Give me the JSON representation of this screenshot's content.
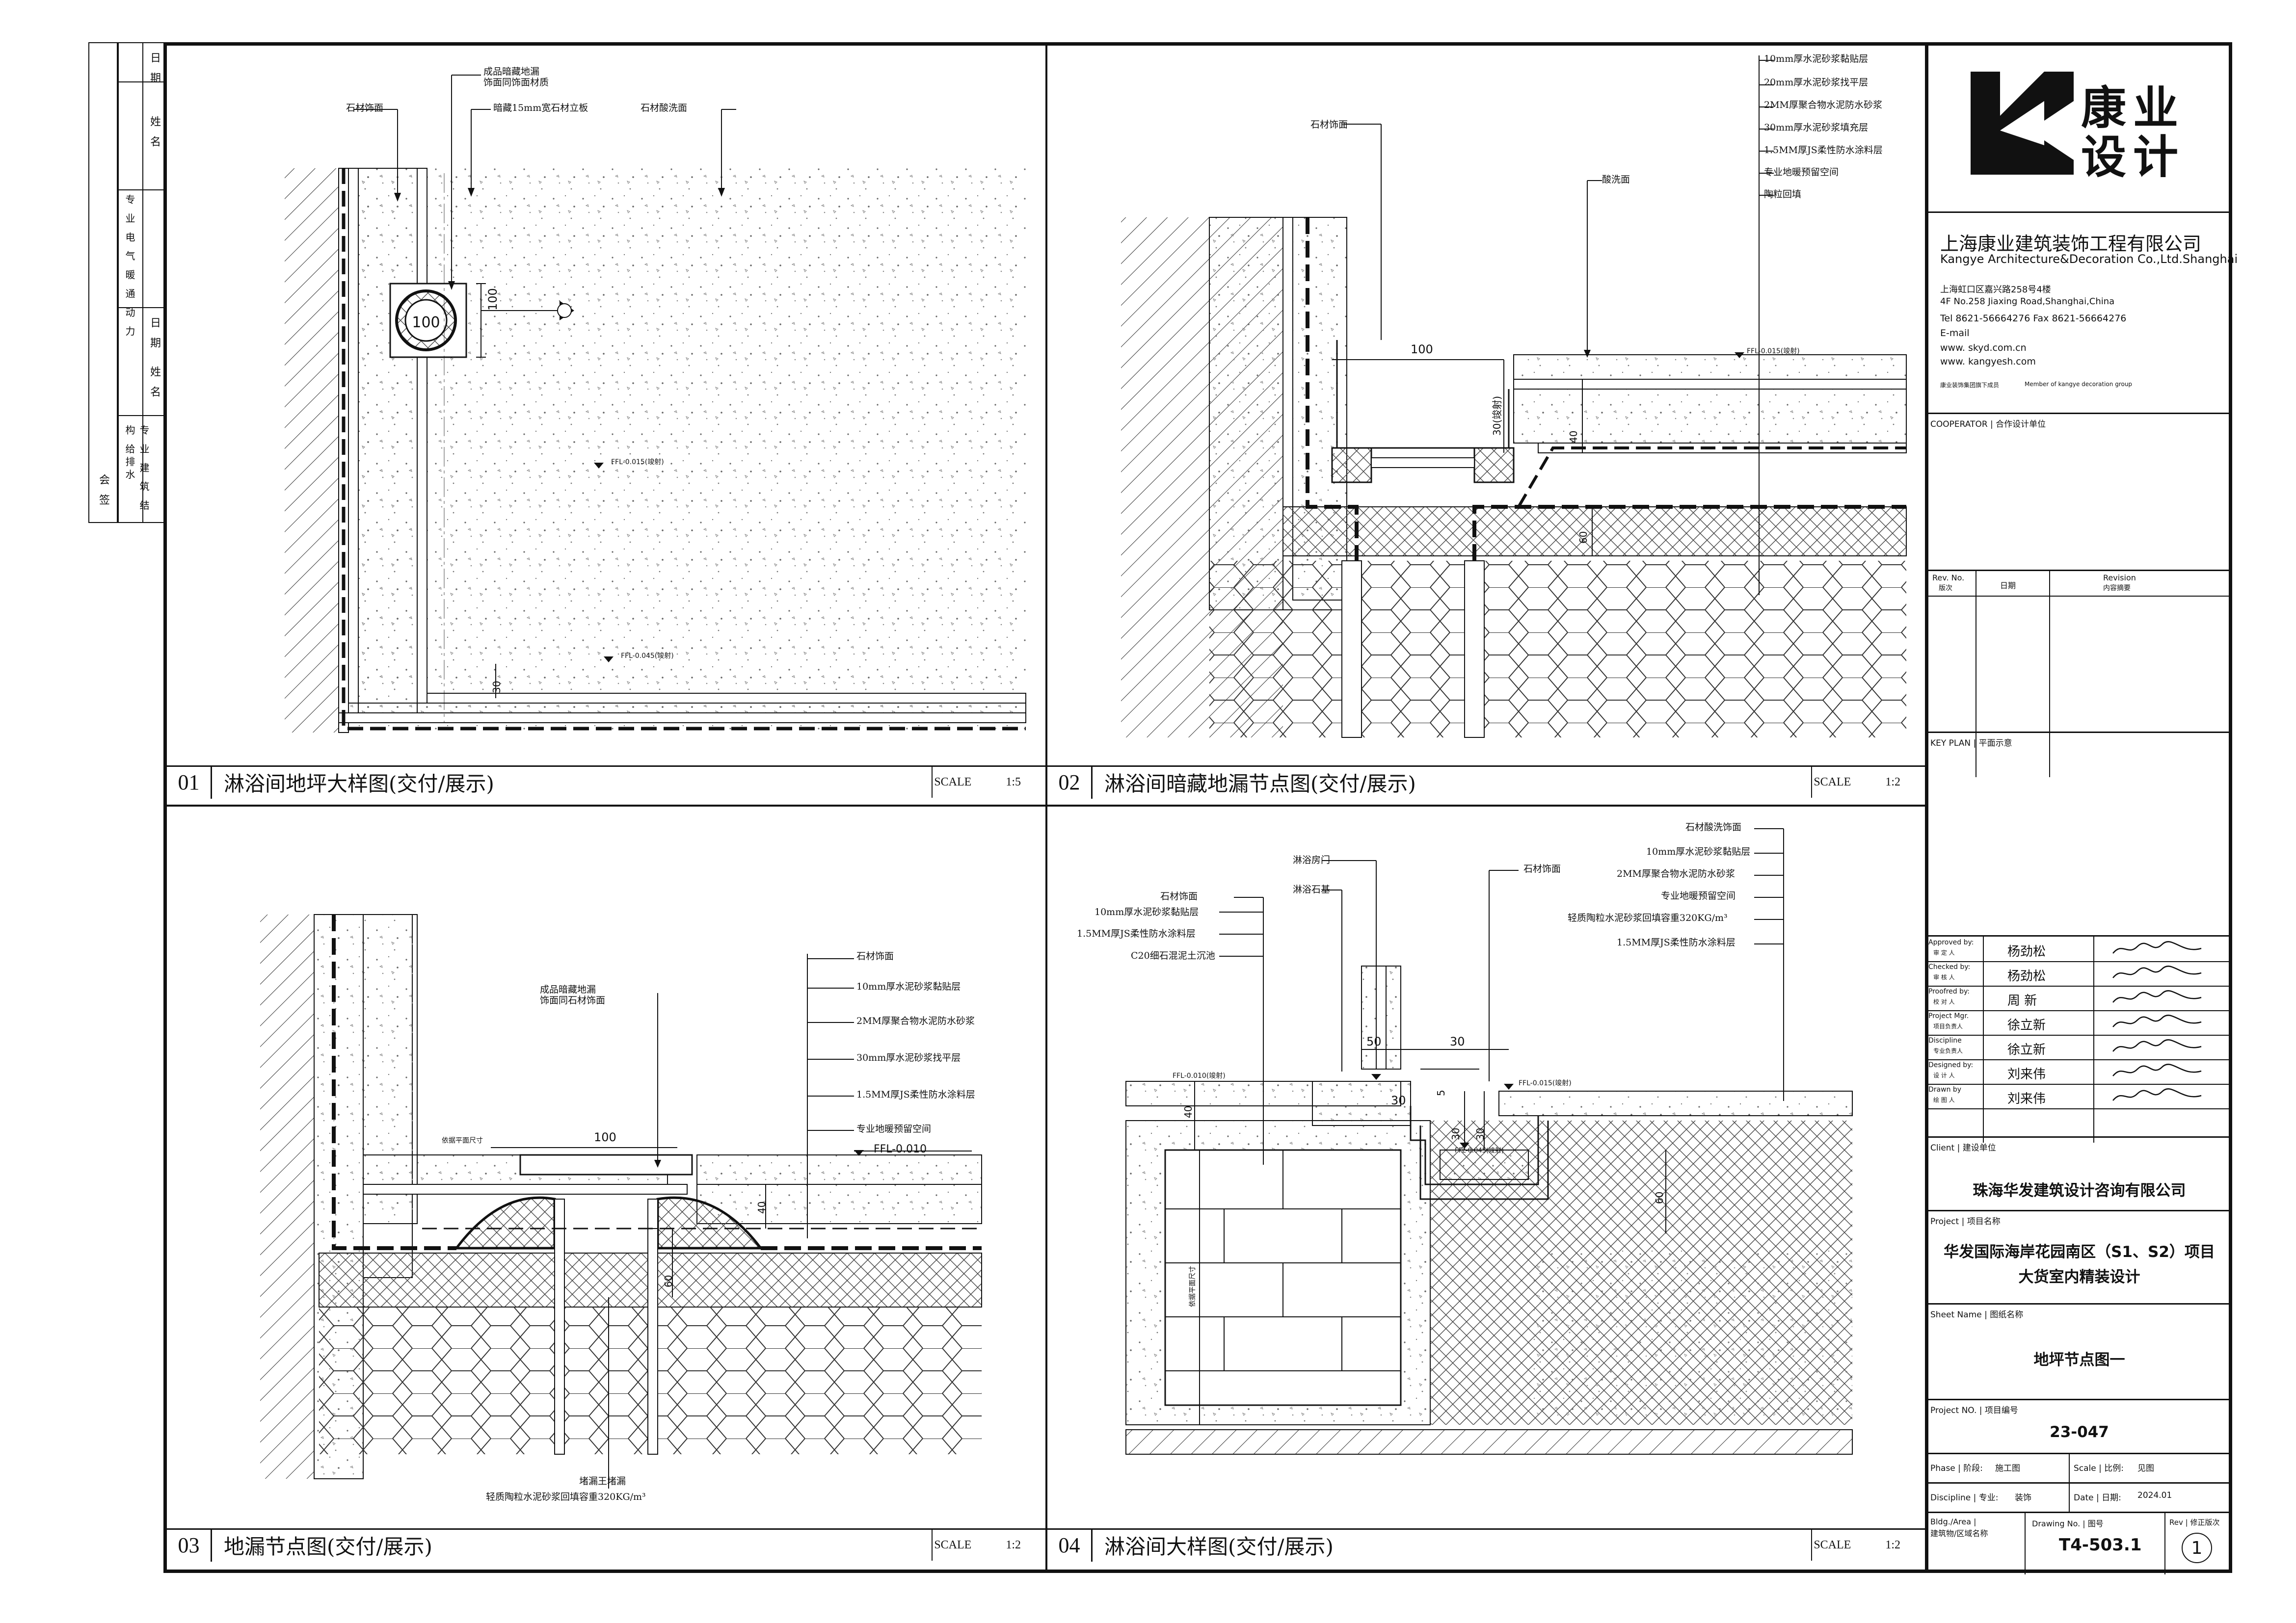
{
  "left_grid": {
    "col1": [
      "会",
      "签"
    ],
    "col2_top": [
      "日",
      "期"
    ],
    "col2_name": [
      "姓",
      "名"
    ],
    "disc_a": [
      "专 业",
      "电 气",
      "暖 通",
      "动 力"
    ],
    "disc_b": [
      "专 业",
      "建 筑",
      "结 构",
      "给排水"
    ]
  },
  "panels": [
    {
      "num": "01",
      "title": "淋浴间地坪大样图(交付/展示)",
      "scale_label": "SCALE",
      "scale": "1:5"
    },
    {
      "num": "02",
      "title": "淋浴间暗藏地漏节点图(交付/展示)",
      "scale_label": "SCALE",
      "scale": "1:2"
    },
    {
      "num": "03",
      "title": "地漏节点图(交付/展示)",
      "scale_label": "SCALE",
      "scale": "1:2"
    },
    {
      "num": "04",
      "title": "淋浴间大样图(交付/展示)",
      "scale_label": "SCALE",
      "scale": "1:2"
    }
  ],
  "p1": {
    "labels": [
      "成品暗藏地漏",
      "饰面同饰面材质",
      "石材饰面",
      "暗藏15mm宽石材立板",
      "石材酸洗面"
    ],
    "dims": [
      "100",
      "100",
      "30"
    ],
    "levels": [
      "FFL-0.015(竣射)",
      "FFL-0.045(竣射)"
    ]
  },
  "p2": {
    "layers": [
      "10mm厚水泥砂浆黏贴层",
      "20mm厚水泥砂浆找平层",
      "2MM厚聚合物水泥防水砂浆",
      "30mm厚水泥砂浆填充层",
      "1.5MM厚JS柔性防水涂料层",
      "专业地暖预留空间",
      "陶粒回填"
    ],
    "labels": [
      "石材饰面",
      "酸洗面"
    ],
    "dims": [
      "100",
      "30(竣射)",
      "40",
      "60"
    ],
    "levels": [
      "FFL-0.015(竣射)"
    ]
  },
  "p3": {
    "labels": [
      "成品暗藏地漏",
      "饰面同石材饰面",
      "依据平面尺寸"
    ],
    "layers": [
      "石材饰面",
      "10mm厚水泥砂浆黏贴层",
      "2MM厚聚合物水泥防水砂浆",
      "30mm厚水泥砂浆找平层",
      "1.5MM厚JS柔性防水涂料层",
      "专业地暖预留空间"
    ],
    "dims": [
      "100",
      "40",
      "60"
    ],
    "levels": [
      "FFL-0.010"
    ],
    "bottom": [
      "堵漏王堵漏",
      "轻质陶粒水泥砂浆回填容重320KG/m³"
    ]
  },
  "p4": {
    "labels_left": [
      "石材饰面",
      "10mm厚水泥砂浆黏贴层",
      "1.5MM厚JS柔性防水涂料层",
      "C20细石混泥土沉池"
    ],
    "labels_mid": [
      "淋浴房门",
      "淋浴石基",
      "石材饰面"
    ],
    "layers": [
      "石材酸洗饰面",
      "10mm厚水泥砂浆黏贴层",
      "2MM厚聚合物水泥防水砂浆",
      "专业地暖预留空间",
      "轻质陶粒水泥砂浆回填容重320KG/m³",
      "1.5MM厚JS柔性防水涂料层"
    ],
    "dims": [
      "50",
      "30",
      "30",
      "5",
      "30",
      "30",
      "40",
      "60",
      "依据平面尺寸"
    ],
    "levels": [
      "FFL-0.010(竣射)",
      "FFL-0.015(竣射)",
      "FFL-0.045(竣射)"
    ]
  },
  "title_block": {
    "logo_line1": "康业",
    "logo_line2": "设计",
    "company_cn": "上海康业建筑装饰工程有限公司",
    "company_en": "Kangye Architecture&Decoration Co.,Ltd.Shanghai",
    "addr_cn": "上海虹口区嘉兴路258号4楼",
    "addr_en": "4F No.258 Jiaxing Road,Shanghai,China",
    "tel": "Tel 8621-56664276   Fax 8621-56664276",
    "email": "E-mail",
    "web1": "www. skyd.com.cn",
    "web2": "www. kangyesh.com",
    "member_cn": "康业装饰集团旗下成员",
    "member_en": "Member of kangye decoration group",
    "cooperator": "COOPERATOR | 合作设计单位",
    "rev_no": "Rev. No.",
    "rev_no_cn": "版次",
    "rev_date": "日期",
    "revision": "Revision",
    "revision_cn": "内容摘要",
    "keyplan": "KEY PLAN | 平面示意",
    "signoff": [
      {
        "role_en": "Approved by:",
        "role_cn": "审 定 人",
        "name": "杨劲松"
      },
      {
        "role_en": "Checked by:",
        "role_cn": "审 核 人",
        "name": "杨劲松"
      },
      {
        "role_en": "Proofred by:",
        "role_cn": "校 对 人",
        "name": "周 新"
      },
      {
        "role_en": "Project Mgr.",
        "role_cn": "项目负责人",
        "name": "徐立新"
      },
      {
        "role_en": "Discipline",
        "role_cn": "专业负责人",
        "name": "徐立新"
      },
      {
        "role_en": "Designed by:",
        "role_cn": "设 计 人",
        "name": "刘来伟"
      },
      {
        "role_en": "Drawn by",
        "role_cn": "绘 图 人",
        "name": "刘来伟"
      }
    ],
    "client_label": "Client | 建设单位",
    "client": "珠海华发建筑设计咨询有限公司",
    "project_label": "Project | 项目名称",
    "project_1": "华发国际海岸花园南区（S1、S2）项目",
    "project_2": "大货室内精装设计",
    "sheet_label": "Sheet Name | 图纸名称",
    "sheet": "地坪节点图一",
    "projno_label": "Project NO. | 项目编号",
    "projno": "23-047",
    "phase_label": "Phase | 阶段:",
    "phase": "施工图",
    "scale_label": "Scale | 比例:",
    "scale": "见图",
    "disc_label": "Discipline | 专业:",
    "disc": "装饰",
    "date_label": "Date | 日期:",
    "date": "2024.01",
    "bldg_label": "Bldg./Area |",
    "bldg_label2": "建筑物/区域名称",
    "drawno_label": "Drawing No. | 图号",
    "drawno": "T4-503.1",
    "rev_label": "Rev | 修正版次",
    "rev": "1"
  }
}
